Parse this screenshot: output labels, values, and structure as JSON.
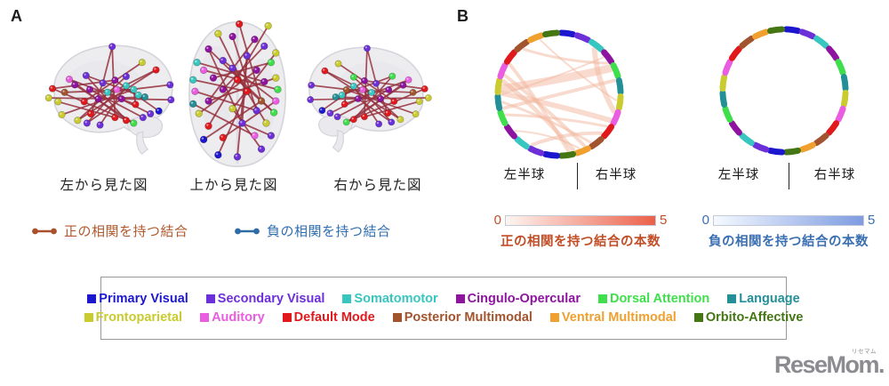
{
  "panelA": {
    "label": "A",
    "captions": [
      "左から見た図",
      "上から見た図",
      "右から見た図"
    ],
    "legend": {
      "positive": {
        "label": "正の相関を持つ結合",
        "color": "#a8512c",
        "text_color": "#b05a2e"
      },
      "negative": {
        "label": "負の相関を持つ結合",
        "color": "#2e6ca6",
        "text_color": "#2f6eb0"
      }
    }
  },
  "panelB": {
    "label": "B",
    "hemisphere_labels": {
      "left": "左半球",
      "right": "右半球"
    },
    "colorbars": {
      "positive": {
        "min": "0",
        "max": "5",
        "caption": "正の相関を持つ結合の本数",
        "text_color": "#c24e27",
        "gradient_start": "#fdf5f1",
        "gradient_end": "#ec6049"
      },
      "negative": {
        "min": "0",
        "max": "5",
        "caption": "負の相関を持つ結合の本数",
        "text_color": "#3a6fb2",
        "gradient_start": "#f5f9ff",
        "gradient_end": "#7e9ce2"
      }
    }
  },
  "networks": [
    {
      "label": "Primary Visual",
      "color": "#1c17cf"
    },
    {
      "label": "Secondary Visual",
      "color": "#6c2fd8"
    },
    {
      "label": "Somatomotor",
      "color": "#38c6c0"
    },
    {
      "label": "Cingulo-Opercular",
      "color": "#8e14a0"
    },
    {
      "label": "Dorsal Attention",
      "color": "#3fdf4b"
    },
    {
      "label": "Language",
      "color": "#238f96"
    },
    {
      "label": "Frontoparietal",
      "color": "#c9cb2e"
    },
    {
      "label": "Auditory",
      "color": "#ea5ce0"
    },
    {
      "label": "Default Mode",
      "color": "#e2191c"
    },
    {
      "label": "Posterior Multimodal",
      "color": "#a2542e"
    },
    {
      "label": "Ventral Multimodal",
      "color": "#efa02f"
    },
    {
      "label": "Orbito-Affective",
      "color": "#447714"
    }
  ],
  "logo": {
    "text": "ReseMom.",
    "ruby": "リセマム",
    "color": "#8b8b90"
  },
  "chart_data": {
    "type": "diagram",
    "edge_color": "#97323f",
    "chord_color": "#f1b79e",
    "brain_views": [
      {
        "name": "left-view",
        "w": 160,
        "h": 140,
        "mirror": false,
        "nodes": [
          [
            84,
            17,
            1
          ],
          [
            116,
            34,
            6
          ],
          [
            131,
            42,
            8
          ],
          [
            146,
            58,
            1
          ],
          [
            147,
            74,
            1
          ],
          [
            38,
            52,
            7
          ],
          [
            56,
            48,
            1
          ],
          [
            20,
            62,
            8
          ],
          [
            16,
            72,
            6
          ],
          [
            26,
            76,
            6
          ],
          [
            30,
            90,
            6
          ],
          [
            44,
            58,
            3
          ],
          [
            60,
            63,
            3
          ],
          [
            74,
            56,
            1
          ],
          [
            87,
            53,
            3
          ],
          [
            99,
            49,
            1
          ],
          [
            79,
            66,
            2
          ],
          [
            89,
            63,
            7
          ],
          [
            99,
            59,
            2
          ],
          [
            107,
            63,
            2
          ],
          [
            112,
            69,
            2
          ],
          [
            94,
            73,
            3
          ],
          [
            69,
            73,
            3
          ],
          [
            54,
            76,
            8
          ],
          [
            61,
            89,
            8
          ],
          [
            47,
            96,
            6
          ],
          [
            57,
            99,
            1
          ],
          [
            71,
            101,
            1
          ],
          [
            87,
            93,
            8
          ],
          [
            99,
            96,
            8
          ],
          [
            107,
            99,
            4
          ],
          [
            117,
            93,
            1
          ],
          [
            125,
            89,
            1
          ],
          [
            134,
            86,
            0
          ],
          [
            109,
            79,
            8
          ],
          [
            119,
            71,
            5
          ],
          [
            33,
            66,
            9
          ]
        ],
        "edges": [
          [
            0,
            28
          ],
          [
            0,
            13
          ],
          [
            1,
            23
          ],
          [
            2,
            22
          ],
          [
            3,
            16
          ],
          [
            4,
            21
          ],
          [
            5,
            29
          ],
          [
            6,
            20
          ],
          [
            7,
            14
          ],
          [
            8,
            21
          ],
          [
            9,
            28
          ],
          [
            10,
            19
          ],
          [
            11,
            30
          ],
          [
            12,
            31
          ],
          [
            13,
            24
          ],
          [
            15,
            25
          ],
          [
            16,
            32
          ],
          [
            17,
            26
          ],
          [
            18,
            27
          ],
          [
            19,
            34
          ],
          [
            14,
            33
          ],
          [
            21,
            26
          ],
          [
            22,
            35
          ],
          [
            5,
            34
          ],
          [
            7,
            30
          ],
          [
            2,
            25
          ],
          [
            36,
            19
          ],
          [
            6,
            29
          ]
        ]
      },
      {
        "name": "top-view",
        "w": 120,
        "h": 170,
        "mirror": false,
        "nodes": [
          [
            62,
            12,
            8
          ],
          [
            92,
            14,
            6
          ],
          [
            40,
            22,
            6
          ],
          [
            55,
            25,
            3
          ],
          [
            78,
            28,
            3
          ],
          [
            30,
            38,
            3
          ],
          [
            88,
            35,
            1
          ],
          [
            100,
            42,
            6
          ],
          [
            18,
            52,
            2
          ],
          [
            70,
            45,
            1
          ],
          [
            45,
            50,
            1
          ],
          [
            95,
            52,
            4
          ],
          [
            25,
            60,
            7
          ],
          [
            55,
            58,
            1
          ],
          [
            80,
            60,
            3
          ],
          [
            14,
            70,
            2
          ],
          [
            35,
            68,
            3
          ],
          [
            60,
            70,
            8
          ],
          [
            100,
            68,
            6
          ],
          [
            88,
            72,
            3
          ],
          [
            16,
            82,
            7
          ],
          [
            45,
            80,
            3
          ],
          [
            70,
            82,
            8
          ],
          [
            102,
            80,
            4
          ],
          [
            14,
            95,
            5
          ],
          [
            30,
            92,
            3
          ],
          [
            85,
            92,
            9
          ],
          [
            100,
            92,
            7
          ],
          [
            20,
            105,
            6
          ],
          [
            55,
            100,
            6
          ],
          [
            80,
            102,
            1
          ],
          [
            98,
            104,
            4
          ],
          [
            30,
            118,
            8
          ],
          [
            65,
            115,
            1
          ],
          [
            90,
            115,
            6
          ],
          [
            45,
            130,
            8
          ],
          [
            78,
            128,
            7
          ],
          [
            25,
            132,
            0
          ],
          [
            95,
            128,
            1
          ],
          [
            40,
            148,
            0
          ],
          [
            60,
            150,
            1
          ],
          [
            85,
            142,
            1
          ]
        ],
        "edges": [
          [
            0,
            26
          ],
          [
            1,
            32
          ],
          [
            2,
            22
          ],
          [
            3,
            30
          ],
          [
            4,
            25
          ],
          [
            5,
            31
          ],
          [
            6,
            21
          ],
          [
            7,
            29
          ],
          [
            8,
            19
          ],
          [
            9,
            33
          ],
          [
            10,
            27
          ],
          [
            11,
            16
          ],
          [
            12,
            23
          ],
          [
            13,
            34
          ],
          [
            14,
            28
          ],
          [
            15,
            22
          ],
          [
            17,
            31
          ],
          [
            18,
            25
          ],
          [
            20,
            30
          ],
          [
            24,
            36
          ],
          [
            26,
            37
          ],
          [
            27,
            35
          ],
          [
            33,
            38
          ],
          [
            29,
            41
          ],
          [
            22,
            39
          ],
          [
            9,
            40
          ],
          [
            5,
            33
          ]
        ]
      },
      {
        "name": "right-view",
        "w": 160,
        "h": 140,
        "mirror": true,
        "nodes": [
          [
            76,
            17,
            1
          ],
          [
            44,
            34,
            6
          ],
          [
            29,
            42,
            8
          ],
          [
            14,
            58,
            1
          ],
          [
            13,
            74,
            1
          ],
          [
            122,
            52,
            7
          ],
          [
            104,
            48,
            4
          ],
          [
            140,
            62,
            8
          ],
          [
            144,
            72,
            6
          ],
          [
            134,
            76,
            6
          ],
          [
            130,
            90,
            6
          ],
          [
            116,
            58,
            3
          ],
          [
            100,
            63,
            3
          ],
          [
            86,
            56,
            1
          ],
          [
            73,
            53,
            3
          ],
          [
            61,
            49,
            4
          ],
          [
            81,
            66,
            2
          ],
          [
            71,
            63,
            7
          ],
          [
            61,
            59,
            2
          ],
          [
            53,
            63,
            9
          ],
          [
            48,
            69,
            2
          ],
          [
            66,
            73,
            3
          ],
          [
            91,
            73,
            3
          ],
          [
            106,
            76,
            8
          ],
          [
            99,
            89,
            8
          ],
          [
            113,
            96,
            6
          ],
          [
            103,
            99,
            1
          ],
          [
            89,
            101,
            1
          ],
          [
            73,
            93,
            8
          ],
          [
            61,
            96,
            8
          ],
          [
            53,
            99,
            4
          ],
          [
            43,
            93,
            1
          ],
          [
            35,
            89,
            1
          ],
          [
            26,
            86,
            0
          ],
          [
            51,
            79,
            8
          ],
          [
            41,
            71,
            5
          ],
          [
            127,
            66,
            9
          ]
        ],
        "edges": [
          [
            0,
            28
          ],
          [
            0,
            13
          ],
          [
            1,
            23
          ],
          [
            2,
            22
          ],
          [
            3,
            16
          ],
          [
            4,
            21
          ],
          [
            5,
            29
          ],
          [
            6,
            20
          ],
          [
            7,
            14
          ],
          [
            8,
            21
          ],
          [
            9,
            28
          ],
          [
            10,
            19
          ],
          [
            11,
            30
          ],
          [
            12,
            31
          ],
          [
            13,
            24
          ],
          [
            15,
            25
          ],
          [
            16,
            32
          ],
          [
            17,
            26
          ],
          [
            18,
            27
          ],
          [
            19,
            34
          ],
          [
            14,
            33
          ],
          [
            21,
            26
          ],
          [
            22,
            35
          ],
          [
            5,
            34
          ],
          [
            7,
            30
          ],
          [
            2,
            25
          ],
          [
            36,
            19
          ],
          [
            6,
            29
          ]
        ]
      }
    ],
    "circos": {
      "segments_per_hemisphere": 12,
      "order_note": "clockwise from top: right hemisphere networks 1-12, then left hemisphere networks 1-12",
      "left_chords": [
        {
          "a": 276,
          "b": 63,
          "w": 9
        },
        {
          "a": 271,
          "b": 117,
          "w": 6
        },
        {
          "a": 283,
          "b": 166,
          "w": 5
        },
        {
          "a": 289,
          "b": 154,
          "w": 4
        },
        {
          "a": 262,
          "b": 147,
          "w": 3
        },
        {
          "a": 38,
          "b": 107,
          "w": 6
        },
        {
          "a": 322,
          "b": 57,
          "w": 3
        },
        {
          "a": 249,
          "b": 124,
          "w": 3
        },
        {
          "a": 208,
          "b": 133,
          "w": 4
        },
        {
          "a": 341,
          "b": 96,
          "w": 2
        },
        {
          "a": 256,
          "b": 76,
          "w": 4
        },
        {
          "a": 301,
          "b": 171,
          "w": 4
        },
        {
          "a": 270,
          "b": 50,
          "w": 2
        },
        {
          "a": 230,
          "b": 160,
          "w": 2
        }
      ],
      "right_chords": []
    }
  }
}
